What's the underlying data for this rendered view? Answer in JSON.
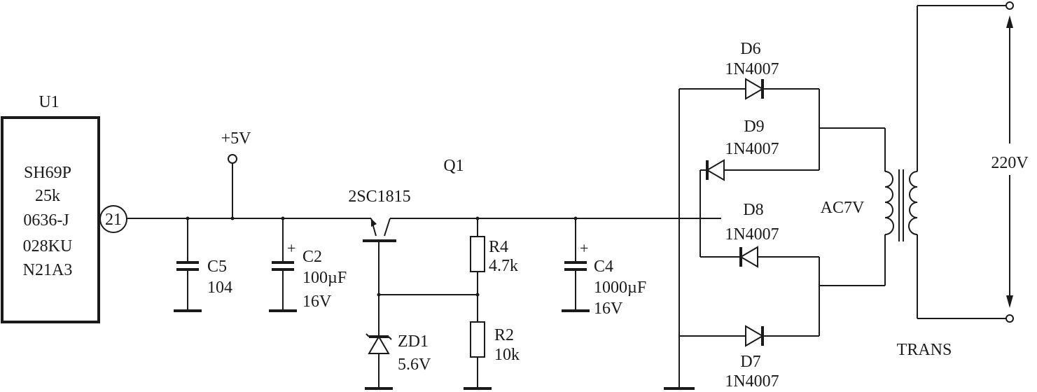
{
  "u1": {
    "ref": "U1",
    "lines": [
      "SH69P",
      "25k",
      "0636-J",
      "028KU",
      "N21A3"
    ],
    "pin": "21"
  },
  "supply": {
    "label": "+5V"
  },
  "c5": {
    "ref": "C5",
    "value": "104"
  },
  "c2": {
    "ref": "C2",
    "value": "100µF",
    "voltage": "16V",
    "polarity": "+"
  },
  "q1": {
    "ref": "Q1",
    "part": "2SC1815"
  },
  "zd1": {
    "ref": "ZD1",
    "value": "5.6V"
  },
  "r4": {
    "ref": "R4",
    "value": "4.7k"
  },
  "r2": {
    "ref": "R2",
    "value": "10k"
  },
  "c4": {
    "ref": "C4",
    "value": "1000µF",
    "voltage": "16V",
    "polarity": "+"
  },
  "d6": {
    "ref": "D6",
    "part": "1N4007"
  },
  "d9": {
    "ref": "D9",
    "part": "1N4007"
  },
  "d8": {
    "ref": "D8",
    "part": "1N4007"
  },
  "d7": {
    "ref": "D7",
    "part": "1N4007"
  },
  "secondary": {
    "label": "AC7V"
  },
  "transformer": {
    "label": "TRANS"
  },
  "mains": {
    "label": "220V"
  }
}
